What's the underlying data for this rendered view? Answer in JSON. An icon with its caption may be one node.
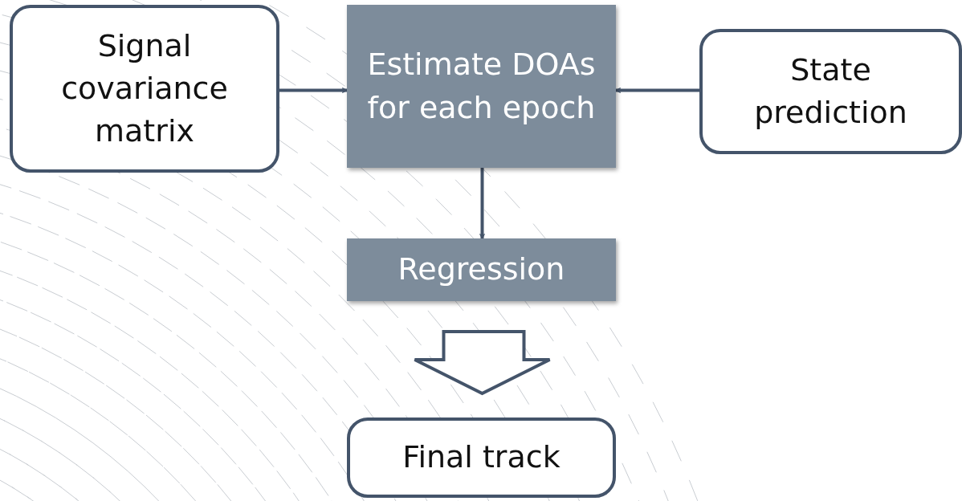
{
  "diagram": {
    "nodes": [
      {
        "text": [
          "Signal covariance matrix"
        ]
      },
      {
        "text": [
          "Estimate DOAs for each epoch"
        ]
      },
      {
        "text": [
          "State prediction"
        ]
      },
      {
        "text": [
          "Regression"
        ]
      },
      {
        "text": [
          "Final track"
        ]
      }
    ],
    "edges": [
      {
        "from": 0,
        "to": 1,
        "arrow": "to"
      },
      {
        "from": 2,
        "to": 1,
        "arrow": "to"
      },
      {
        "from": 1,
        "to": 3,
        "arrow": "to"
      },
      {
        "from": 3,
        "to": 4,
        "arrow": "to",
        "style": "thick"
      }
    ]
  }
}
